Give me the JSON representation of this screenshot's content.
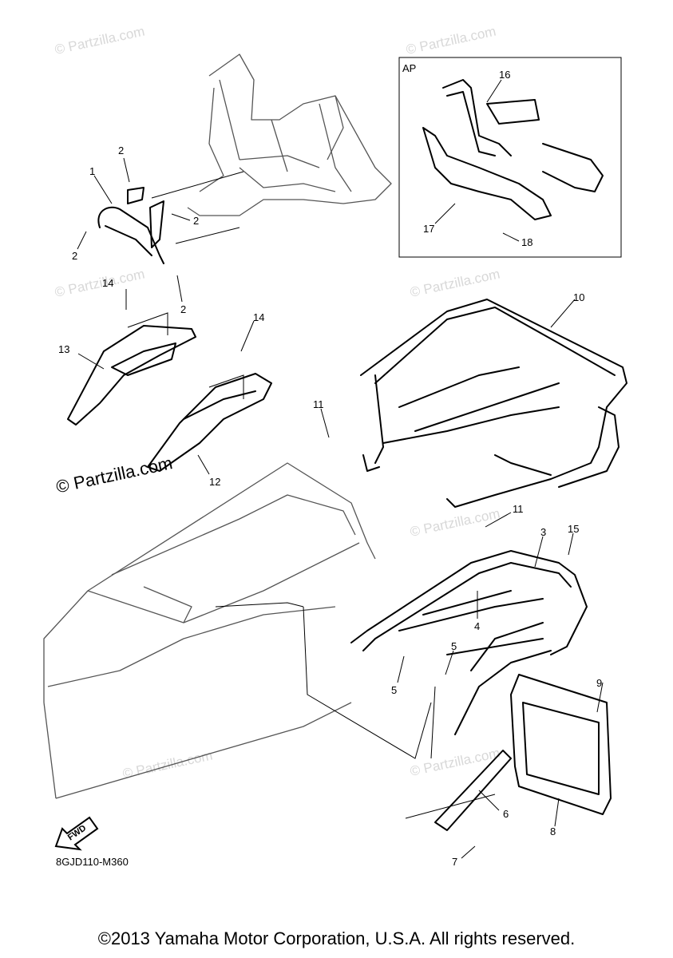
{
  "watermark": "© Partzilla.com",
  "brand_watermark": "© Partzilla.com",
  "inset_label": "AP",
  "fwd_label": "FWD",
  "drawing_code": "8GJD110-M360",
  "copyright": "©2013 Yamaha Motor Corporation, U.S.A. All rights reserved.",
  "parts": {
    "p1": "1",
    "p2a": "2",
    "p2b": "2",
    "p2c": "2",
    "p2d": "2",
    "p3": "3",
    "p4": "4",
    "p5a": "5",
    "p5b": "5",
    "p6": "6",
    "p7": "7",
    "p8": "8",
    "p9": "9",
    "p10": "10",
    "p11a": "11",
    "p11b": "11",
    "p12": "12",
    "p13": "13",
    "p14a": "14",
    "p14b": "14",
    "p15": "15",
    "p16": "16",
    "p17": "17",
    "p18": "18"
  }
}
